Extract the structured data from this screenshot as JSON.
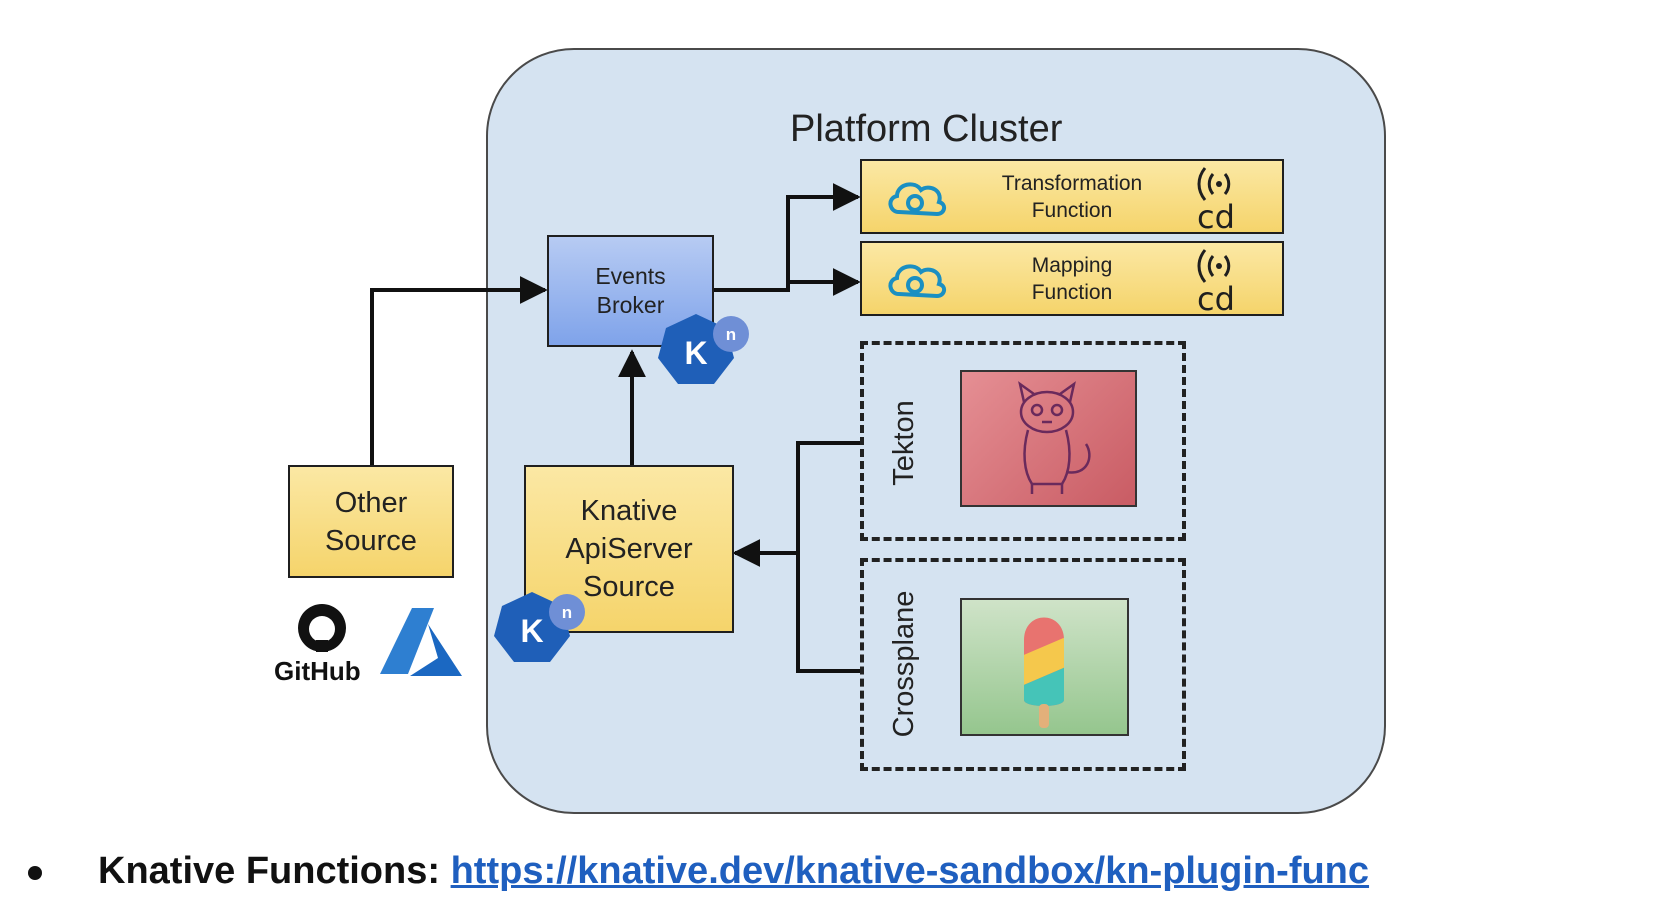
{
  "diagram": {
    "cluster_title": "Platform Cluster",
    "events_broker": [
      "Events",
      "Broker"
    ],
    "transformation_function": [
      "Transformation",
      "Function"
    ],
    "mapping_function": [
      "Mapping",
      "Function"
    ],
    "other_source": [
      "Other",
      "Source"
    ],
    "apiserver_source": [
      "Knative",
      "ApiServer",
      "Source"
    ],
    "tekton_label": "Tekton",
    "crossplane_label": "Crossplane",
    "knative_logo_letter": "K",
    "knative_logo_superscript": "n",
    "cd_logo_text": "cd",
    "github_label": "GitHub",
    "icons": [
      "cloud-event-icon",
      "cd-foundation-icon",
      "knative-logo-icon",
      "github-logo-icon",
      "azure-logo-icon",
      "tekton-cat-icon",
      "crossplane-popsicle-icon"
    ],
    "colors": {
      "cluster_fill": "#d5e3f1",
      "yellow_box": "#f7d774",
      "blue_box": "#8fb0ee",
      "knative_blue": "#1f5fb8",
      "tekton_bg": "#d96a6f",
      "crossplane_bg": "#9fce9a",
      "link": "#1f5fbf"
    }
  },
  "footer": {
    "bold_label": "Knative Functions:",
    "link_text": "https://knative.dev/knative-sandbox/kn-plugin-func"
  }
}
